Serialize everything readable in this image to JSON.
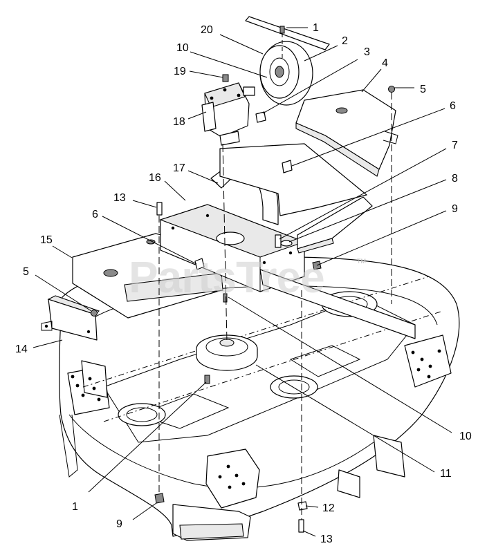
{
  "watermark": {
    "text": "PartsTree",
    "trademark": "TM"
  },
  "callouts": [
    {
      "id": "c-1-top",
      "text": "1"
    },
    {
      "id": "c-20",
      "text": "20"
    },
    {
      "id": "c-2",
      "text": "2"
    },
    {
      "id": "c-10-top",
      "text": "10"
    },
    {
      "id": "c-3",
      "text": "3"
    },
    {
      "id": "c-4",
      "text": "4"
    },
    {
      "id": "c-19",
      "text": "19"
    },
    {
      "id": "c-5-right",
      "text": "5"
    },
    {
      "id": "c-6-right",
      "text": "6"
    },
    {
      "id": "c-18",
      "text": "18"
    },
    {
      "id": "c-7",
      "text": "7"
    },
    {
      "id": "c-17",
      "text": "17"
    },
    {
      "id": "c-16",
      "text": "16"
    },
    {
      "id": "c-8",
      "text": "8"
    },
    {
      "id": "c-13-top",
      "text": "13"
    },
    {
      "id": "c-9-right",
      "text": "9"
    },
    {
      "id": "c-6-left",
      "text": "6"
    },
    {
      "id": "c-15",
      "text": "15"
    },
    {
      "id": "c-5-left",
      "text": "5"
    },
    {
      "id": "c-14",
      "text": "14"
    },
    {
      "id": "c-10-bottom",
      "text": "10"
    },
    {
      "id": "c-11",
      "text": "11"
    },
    {
      "id": "c-1-bottom",
      "text": "1"
    },
    {
      "id": "c-12",
      "text": "12"
    },
    {
      "id": "c-9-bottom",
      "text": "9"
    },
    {
      "id": "c-13-bottom",
      "text": "13"
    }
  ]
}
